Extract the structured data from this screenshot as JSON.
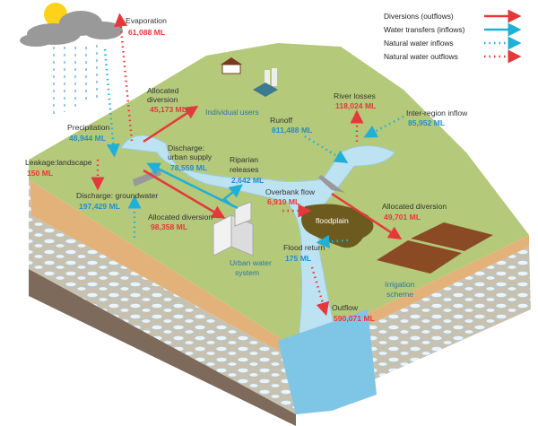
{
  "legend": {
    "diversions": "Diversions (outflows)",
    "transfers": "Water transfers (inflows)",
    "natural_in": "Natural water inflows",
    "natural_out": "Natural water outflows"
  },
  "colors": {
    "outflow": "#e5383b",
    "inflow": "#1fb0d8",
    "land": "#b5c97a",
    "water": "#bde3f3"
  },
  "flows": {
    "evaporation": {
      "label": "Evaporation",
      "value": "61,088 ML"
    },
    "allocated_users": {
      "label1": "Allocated",
      "label2": "diversion",
      "value": "45,173 ML"
    },
    "individual_users": "Individual users",
    "precipitation": {
      "label": "Precipitation",
      "value": "48,944 ML"
    },
    "urban_supply": {
      "label1": "Discharge:",
      "label2": "urban supply",
      "value": "78,559 ML"
    },
    "riparian": {
      "label1": "Riparian",
      "label2": "releases",
      "value": "2,642 ML"
    },
    "leakage": {
      "label": "Leakage:landscape",
      "value": "150 ML"
    },
    "groundwater": {
      "label": "Discharge: groundwater",
      "value": "197,429 ML"
    },
    "allocated_urban": {
      "label": "Allocated diversion",
      "value": "98,358 ML"
    },
    "urban_system": {
      "label1": "Urban water",
      "label2": "system"
    },
    "runoff": {
      "label": "Runoff",
      "value": "811,488 ML"
    },
    "river_losses": {
      "label": "River losses",
      "value": "118,024 ML"
    },
    "inter_region": {
      "label": "Inter-region inflow",
      "value": "85,952 ML"
    },
    "overbank": {
      "label": "Overbank flow",
      "value": "6,910 ML"
    },
    "floodplain": "floodplain",
    "allocated_irrigation": {
      "label": "Allocated diversion",
      "value": "49,701 ML"
    },
    "flood_return": {
      "label": "Flood return",
      "value": "175 ML"
    },
    "irrigation": {
      "label1": "Irrigation",
      "label2": "scheme"
    },
    "outflow": {
      "label": "Outflow",
      "value": "590,071 ML"
    }
  }
}
